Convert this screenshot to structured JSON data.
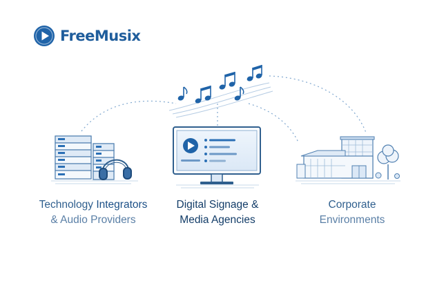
{
  "brand": {
    "name": "FreeMusix",
    "icon": "play-circle-icon",
    "color": "#1f5d9c"
  },
  "segments": [
    {
      "icon": "server-rack-headphones-icon",
      "line1": "Technology ",
      "line1_strong": "Integrators",
      "line2": "& Audio Providers"
    },
    {
      "icon": "monitor-signage-icon",
      "line1": "Digital Signage &",
      "line2": "Media Agencies"
    },
    {
      "icon": "office-building-icon",
      "line1": "Corporate",
      "line2": "Environments"
    }
  ],
  "decoration": {
    "music_notes_icon": "music-notes-icon",
    "accent": "#2a6fb5",
    "line_color": "#7fa7cf"
  }
}
